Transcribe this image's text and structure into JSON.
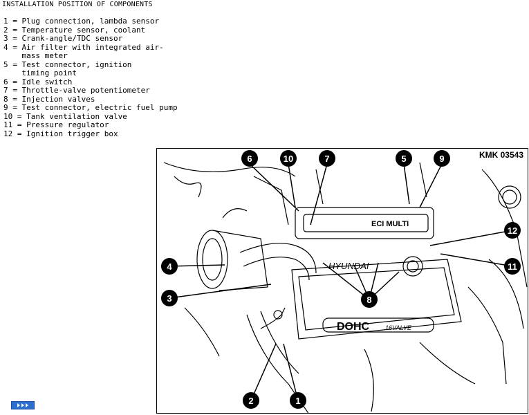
{
  "title": "INSTALLATION POSITION OF COMPONENTS",
  "legend": [
    "1 = Plug connection, lambda sensor",
    "2 = Temperature sensor, coolant",
    "3 = Crank-angle/TDC sensor",
    "4 = Air filter with integrated air-",
    "    mass meter",
    "5 = Test connector, ignition",
    "    timing point",
    "6 = Idle switch",
    "7 = Throttle-valve potentiometer",
    "8 = Injection valves",
    "9 = Test connector, electric fuel pump",
    "10 = Tank ventilation valve",
    "11 = Pressure regulator",
    "12 = Ignition trigger box"
  ],
  "figure": {
    "ref_code": "KMK 03543",
    "callouts": [
      "1",
      "2",
      "3",
      "4",
      "5",
      "6",
      "7",
      "8",
      "9",
      "10",
      "11",
      "12"
    ],
    "engine_text": [
      "DOHC",
      "16VALVE",
      "ECI MULTI",
      "HYUNDAI"
    ]
  },
  "nav": {
    "icon": "triple-arrow-right-icon"
  }
}
